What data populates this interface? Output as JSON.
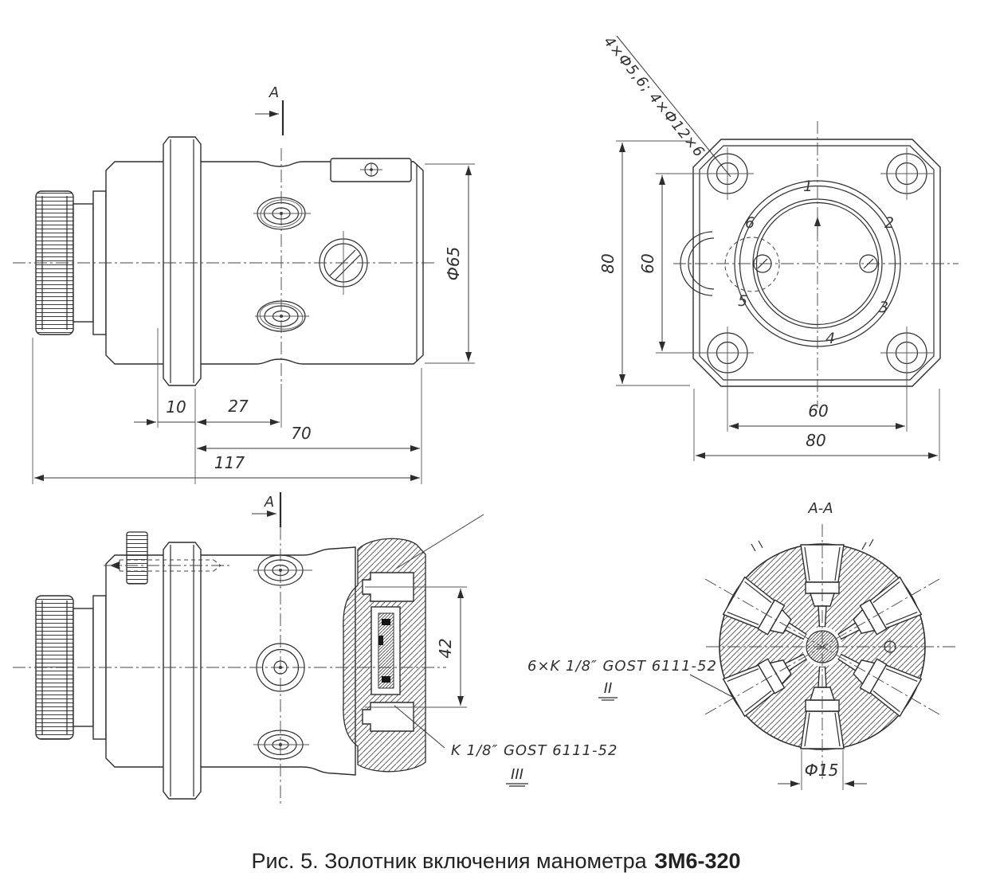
{
  "figure": {
    "number_and_title": "Рис. 5. Золотник включения манометра",
    "model": "ЗМ6-320"
  },
  "drawing": {
    "side_view_top": {
      "section_label": "A",
      "dims": {
        "len10": "10",
        "len27": "27",
        "len70": "70",
        "len117": "117",
        "dia65": "Ф65"
      }
    },
    "flange_view": {
      "holes_note": "4×Ф5,6; 4×Ф12×6",
      "dims": {
        "height80": "80",
        "height60": "60",
        "width60": "60",
        "width80": "80"
      },
      "port_positions": [
        "1",
        "2",
        "3",
        "4",
        "5",
        "6"
      ]
    },
    "side_view_section": {
      "section_label": "A",
      "dims": {
        "len42": "42"
      },
      "thread_note": "K 1/8″ GOST 6111-52",
      "surface_mark": "III"
    },
    "section_view": {
      "title": "А-А",
      "dims": {
        "dia15": "Ф15"
      },
      "thread_note": "6×K 1/8″ GOST 6111-52",
      "surface_mark": "II"
    }
  }
}
